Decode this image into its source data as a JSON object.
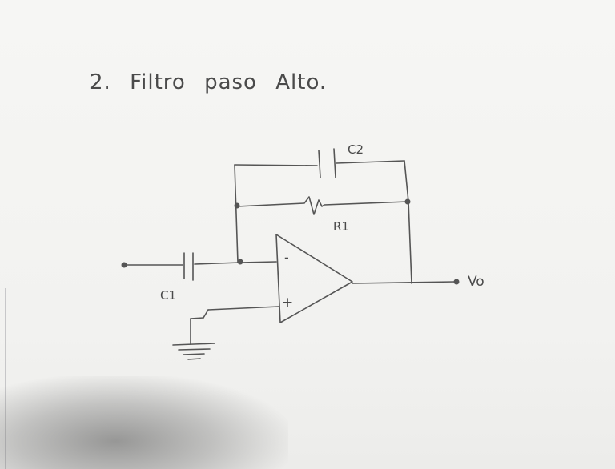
{
  "title": {
    "number": "2.",
    "words": [
      "Filtro",
      "paso",
      "Alto."
    ]
  },
  "labels": {
    "c2": "C2",
    "r1": "R1",
    "c1": "C1",
    "vo": "Vo",
    "minus": "-",
    "plus": "+"
  },
  "colors": {
    "ink": "#4a4a4a",
    "paper": "#f3f3f1"
  }
}
